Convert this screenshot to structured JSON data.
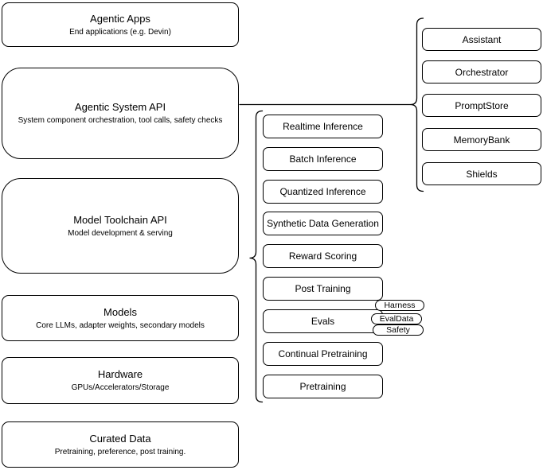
{
  "left_stack": [
    {
      "title": "Agentic Apps",
      "subtitle": "End applications (e.g. Devin)"
    },
    {
      "title": "Agentic System API",
      "subtitle": "System component orchestration, tool calls, safety checks"
    },
    {
      "title": "Model Toolchain API",
      "subtitle": "Model development & serving"
    },
    {
      "title": "Models",
      "subtitle": "Core LLMs, adapter weights, secondary models"
    },
    {
      "title": "Hardware",
      "subtitle": "GPUs/Accelerators/Storage"
    },
    {
      "title": "Curated Data",
      "subtitle": "Pretraining, preference, post training."
    }
  ],
  "toolchain_services": [
    {
      "label": "Realtime Inference"
    },
    {
      "label": "Batch Inference"
    },
    {
      "label": "Quantized Inference"
    },
    {
      "label": "Synthetic Data Generation"
    },
    {
      "label": "Reward Scoring"
    },
    {
      "label": "Post Training"
    },
    {
      "label": "Evals"
    },
    {
      "label": "Continual Pretraining"
    },
    {
      "label": "Pretraining"
    }
  ],
  "evals_tags": [
    {
      "label": "Harness"
    },
    {
      "label": "EvalData"
    },
    {
      "label": "Safety"
    }
  ],
  "system_components": [
    {
      "label": "Assistant"
    },
    {
      "label": "Orchestrator"
    },
    {
      "label": "PromptStore"
    },
    {
      "label": "MemoryBank"
    },
    {
      "label": "Shields"
    }
  ],
  "colors": {
    "stroke": "#000000",
    "canvas": "#ffffff",
    "box_fill": "#ffffff"
  }
}
